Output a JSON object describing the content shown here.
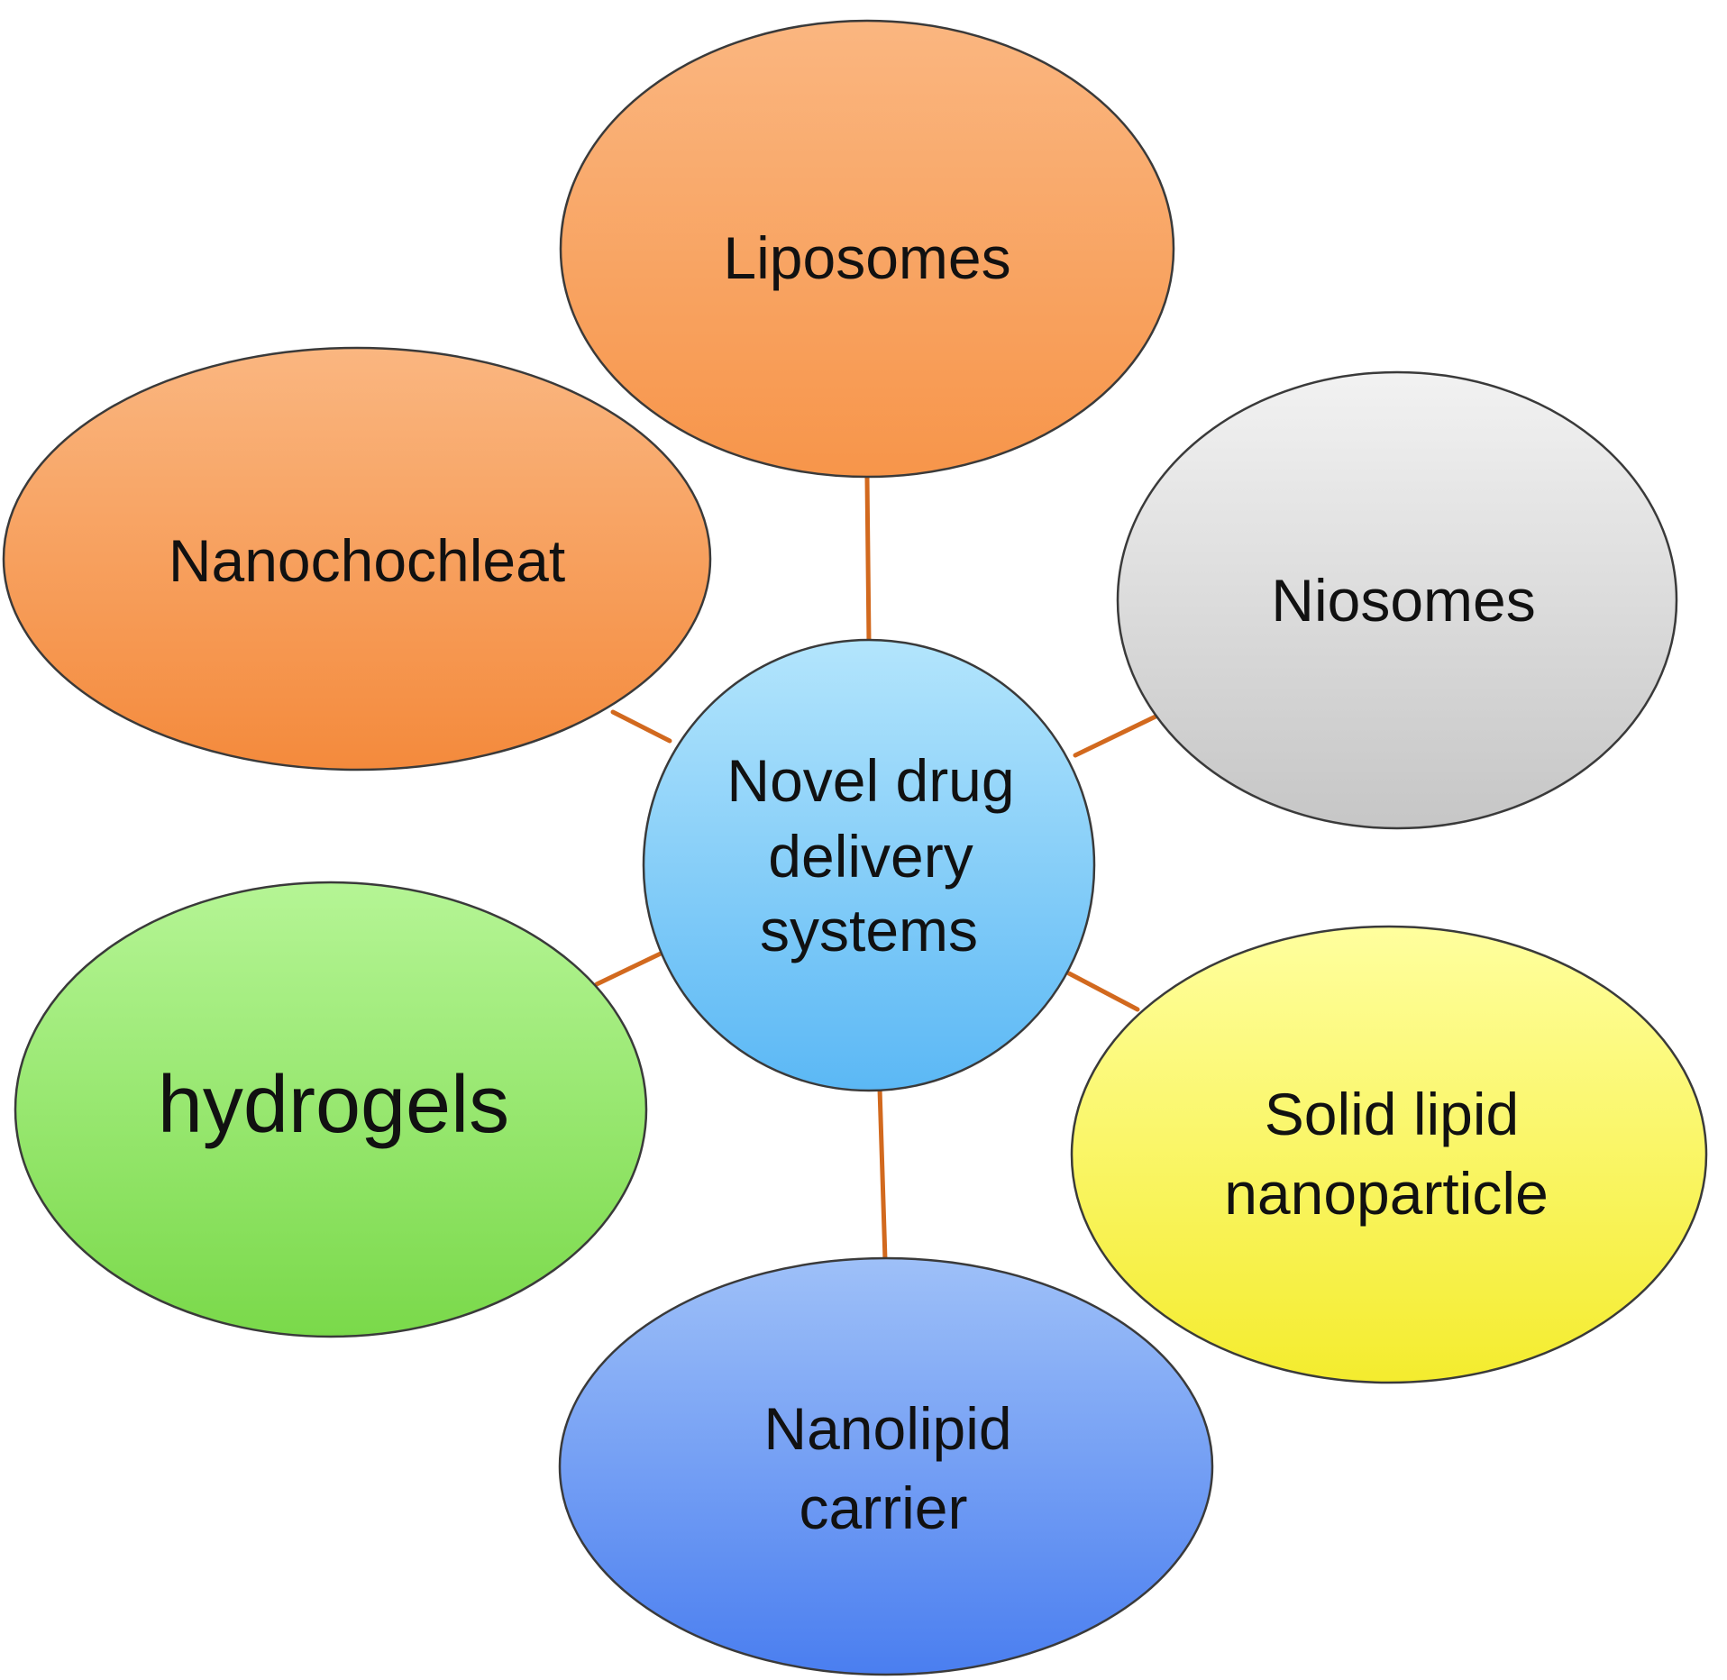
{
  "colors": {
    "connector": "#d2691e",
    "center": [
      "#b3e5fc",
      "#5bb8f5"
    ],
    "liposomes": [
      "#fab680",
      "#f7954a"
    ],
    "nanochochleat": [
      "#fab680",
      "#f48a3c"
    ],
    "niosomes": [
      "#f2f2f2",
      "#c6c6c6"
    ],
    "hydrogels": [
      "#b5f595",
      "#7ad94a"
    ],
    "solid_lipid": [
      "#ffff9e",
      "#f4ec2e"
    ],
    "nanolipid": [
      "#9ec0f8",
      "#4a7ef0"
    ],
    "outline": "#3a3a3a"
  },
  "center": {
    "lines": [
      "Novel drug",
      "delivery",
      "systems"
    ]
  },
  "nodes": {
    "liposomes": {
      "lines": [
        "Liposomes"
      ]
    },
    "nanochochleat": {
      "lines": [
        "Nanochochleat"
      ]
    },
    "niosomes": {
      "lines": [
        "Niosomes"
      ]
    },
    "hydrogels": {
      "lines": [
        "hydrogels"
      ]
    },
    "solid_lipid": {
      "lines": [
        "Solid lipid",
        "nanoparticle"
      ]
    },
    "nanolipid": {
      "lines": [
        "Nanolipid",
        "carrier"
      ]
    }
  }
}
